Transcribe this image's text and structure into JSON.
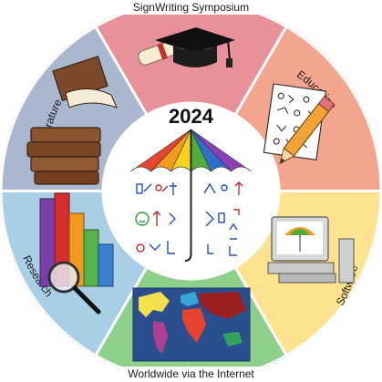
{
  "diagram": {
    "top_label": "SignWriting Symposium",
    "segments": [
      {
        "id": "symposium",
        "label": "",
        "color": "#e8919b",
        "icon": "graduation-cap-diploma-icon"
      },
      {
        "id": "education",
        "label": "Education",
        "color": "#f4a58e",
        "icon": "paper-pencil-icon"
      },
      {
        "id": "software",
        "label": "Software",
        "color": "#fde28f",
        "icon": "computer-icon"
      },
      {
        "id": "worldwide",
        "label": "Worldwide via the Internet",
        "color": "#8fcf8c",
        "icon": "world-map-icon"
      },
      {
        "id": "research",
        "label": "Research",
        "color": "#a8cfe6",
        "icon": "bar-chart-magnifier-icon"
      },
      {
        "id": "literature",
        "label": "Literature",
        "color": "#a9b7cf",
        "icon": "books-icon"
      }
    ],
    "center": {
      "year": "2024",
      "umbrella_colors": [
        "#e8442f",
        "#f39a1f",
        "#f5d21d",
        "#4fae3b",
        "#2f6fc9",
        "#8a3fb5"
      ],
      "icon": "umbrella-signwriting-icon"
    },
    "ring_border_color": "#ffffff"
  }
}
